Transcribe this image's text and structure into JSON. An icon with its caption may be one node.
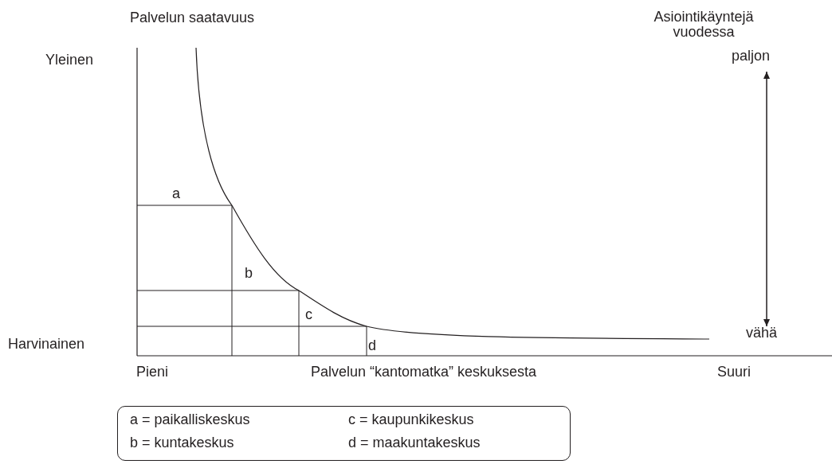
{
  "diagram": {
    "nodes": [
      {
        "text": [
          "a = paikalliskeskus",
          "c = kaupunkikeskus",
          "b = kuntakeskus",
          "d = maakuntakeskus"
        ]
      }
    ],
    "labels": [
      "Palvelun saatavuus",
      "Asiointikäyntejä vuodessa",
      "Yleinen",
      "paljon",
      "a",
      "b",
      "c",
      "vähä",
      "Harvinainen",
      "d",
      "Pieni",
      "Palvelun “kantomatka” keskuksesta",
      "Suuri"
    ]
  }
}
